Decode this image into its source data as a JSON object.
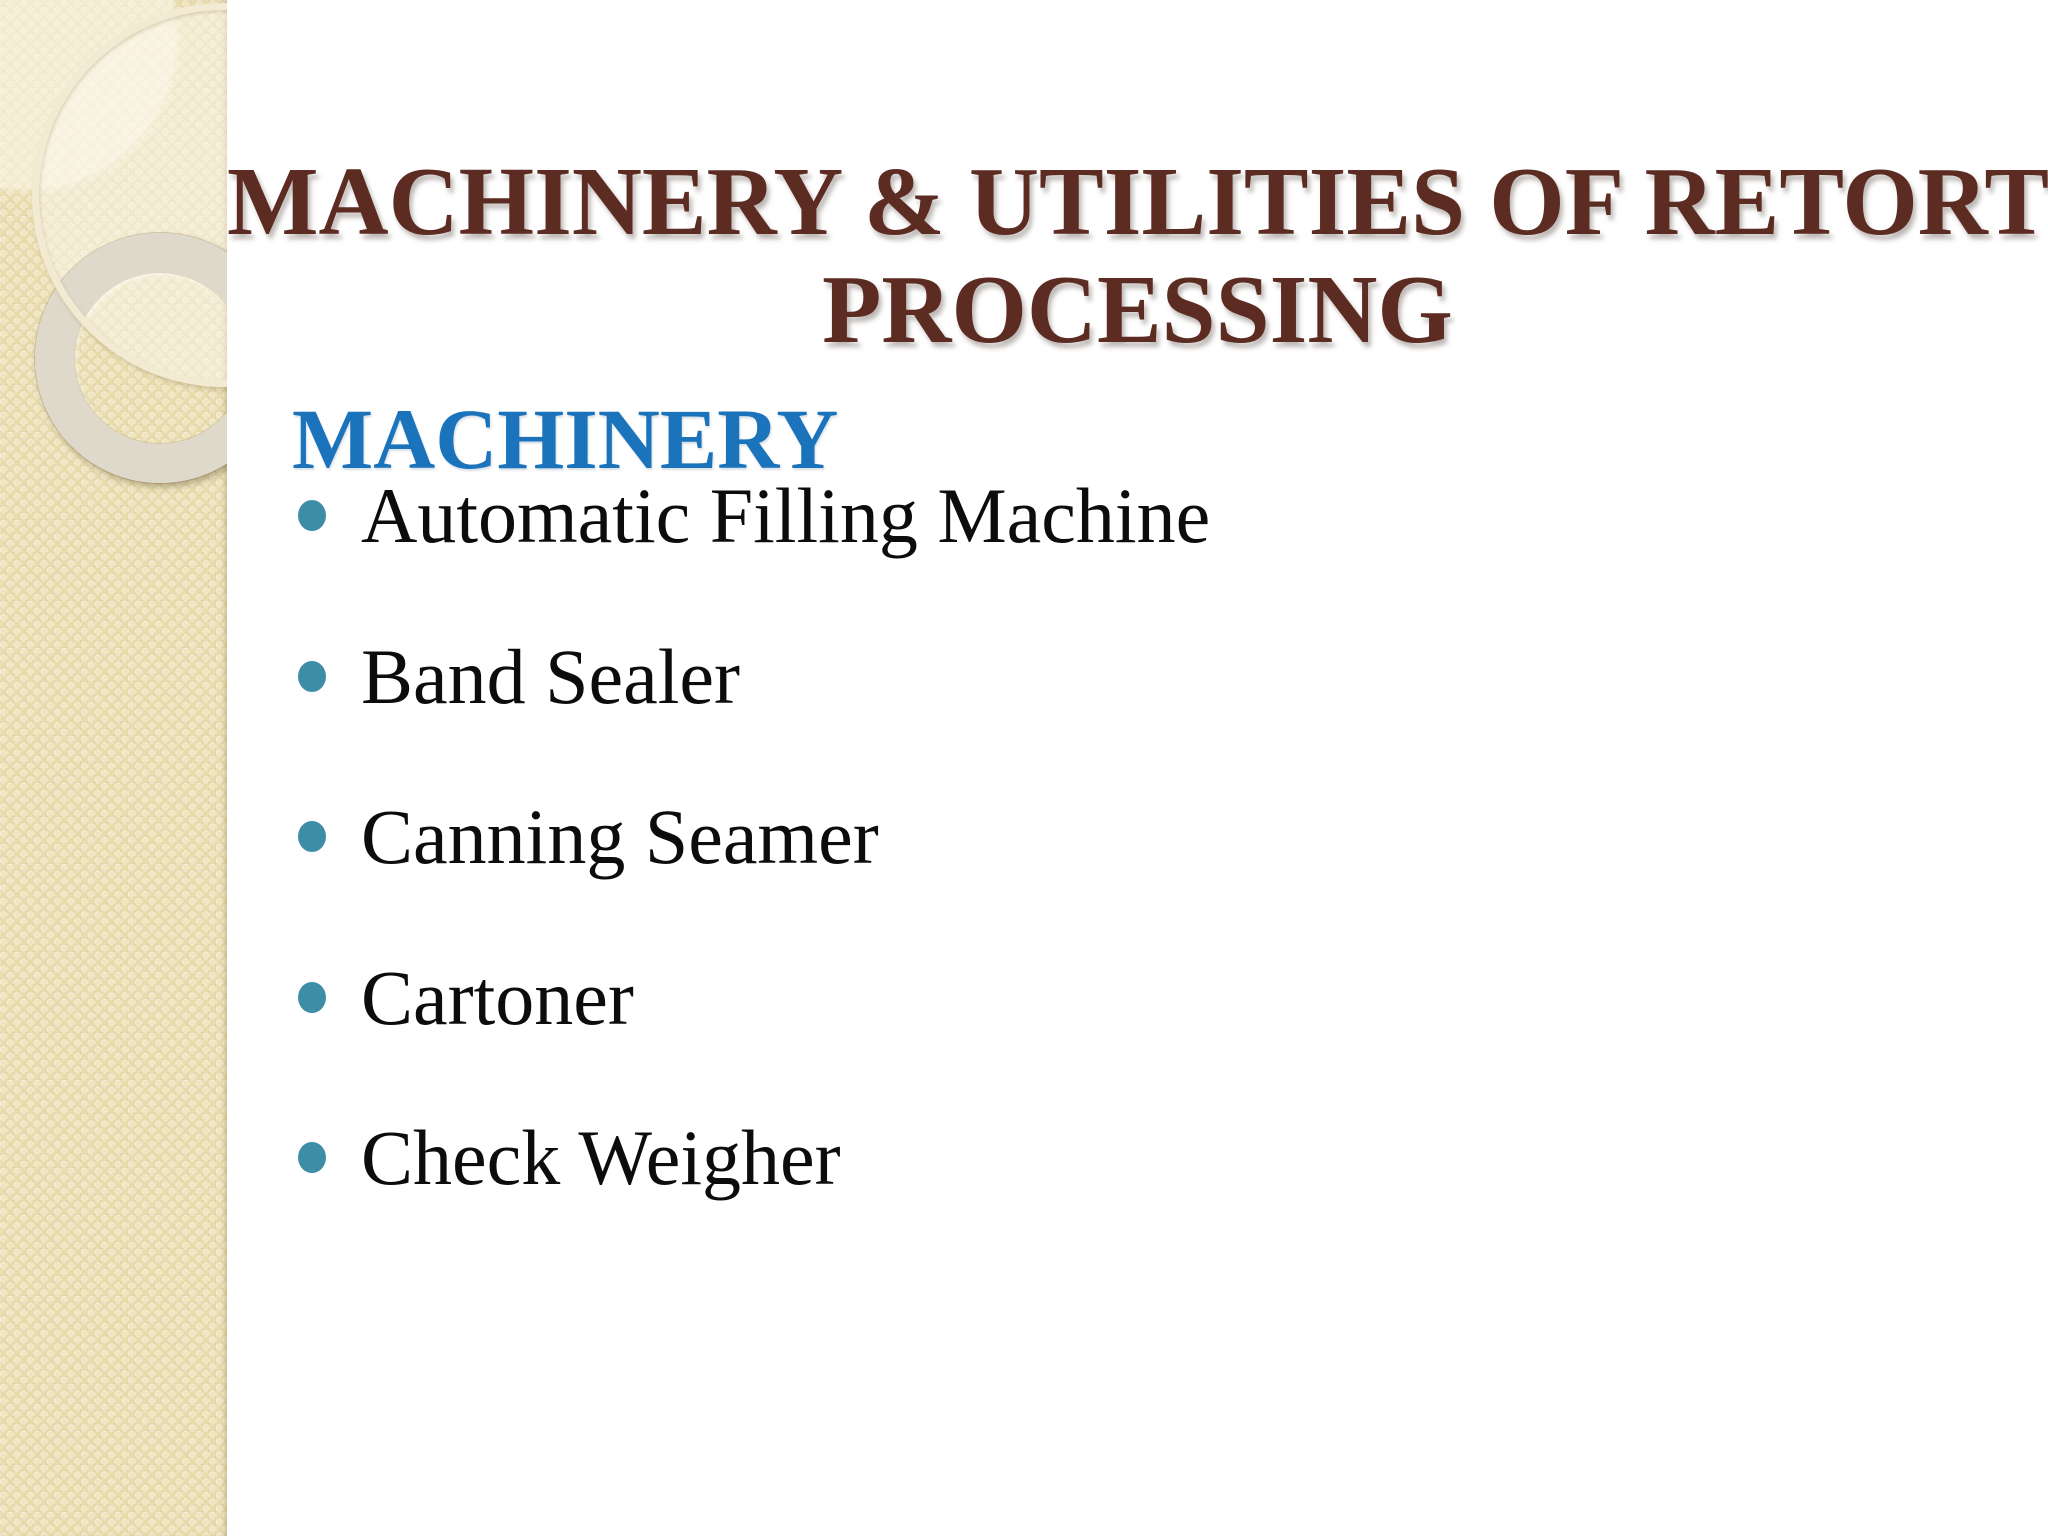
{
  "slide": {
    "title": {
      "line1": "MACHINERY & UTILITIES OF RETORT",
      "line2": "PROCESSING"
    },
    "section": {
      "heading": "MACHINERY"
    },
    "list": {
      "items": [
        "Automatic Filling Machine",
        "Band Sealer",
        "Canning Seamer",
        "Cartoner",
        "Check Weigher"
      ]
    },
    "colors": {
      "title_text": "#5c2b22",
      "section_heading": "#1b73bc",
      "bullet_dot": "#3e8da7",
      "body_text": "#0c0c0c",
      "sidebar_base": "#ecdfb2",
      "ring_gray": "#ded9ca",
      "ring_cream": "#f2ead2"
    }
  }
}
